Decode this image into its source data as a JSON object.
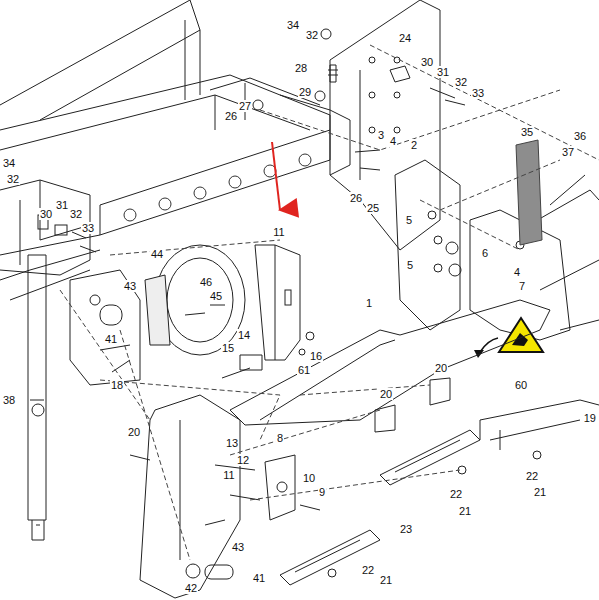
{
  "diagram": {
    "labels": [
      "34",
      "32",
      "24",
      "30",
      "31",
      "32",
      "33",
      "28",
      "29",
      "27",
      "26",
      "3",
      "4",
      "2",
      "35",
      "36",
      "37",
      "34",
      "32",
      "30",
      "31",
      "32",
      "33",
      "26",
      "25",
      "11",
      "5",
      "5",
      "6",
      "4",
      "7",
      "44",
      "43",
      "46",
      "45",
      "41",
      "18",
      "38",
      "1",
      "14",
      "15",
      "16",
      "61",
      "20",
      "60",
      "20",
      "19",
      "20",
      "13",
      "12",
      "11",
      "8",
      "10",
      "9",
      "22",
      "21",
      "22",
      "21",
      "23",
      "43",
      "41",
      "42",
      "22",
      "21"
    ]
  }
}
